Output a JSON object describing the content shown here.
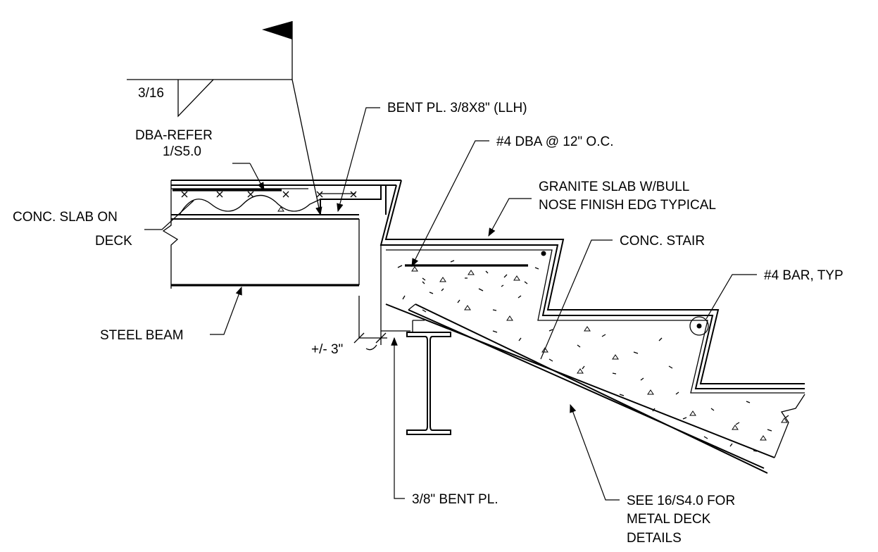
{
  "labels": {
    "weld_size": "3/16",
    "dba_refer_1": "DBA-REFER",
    "dba_refer_2": "1/S5.0",
    "bent_plate_top": "BENT PL. 3/8X8\" (LLH)",
    "dba_rebar": "#4 DBA @ 12\" O.C.",
    "granite_1": "GRANITE SLAB W/BULL",
    "granite_2": "NOSE FINISH EDG TYPICAL",
    "conc_slab_1": "CONC. SLAB ON",
    "conc_slab_2": "DECK",
    "conc_stair": "CONC. STAIR",
    "bar_typ": "#4 BAR, TYP",
    "steel_beam": "STEEL BEAM",
    "clearance": "+/- 3\"",
    "bent_plate_bottom": "3/8\" BENT PL.",
    "see_detail_1": "SEE 16/S4.0 FOR",
    "see_detail_2": "METAL DECK",
    "see_detail_3": "DETAILS"
  },
  "colors": {
    "line": "#000000",
    "background": "#ffffff"
  }
}
